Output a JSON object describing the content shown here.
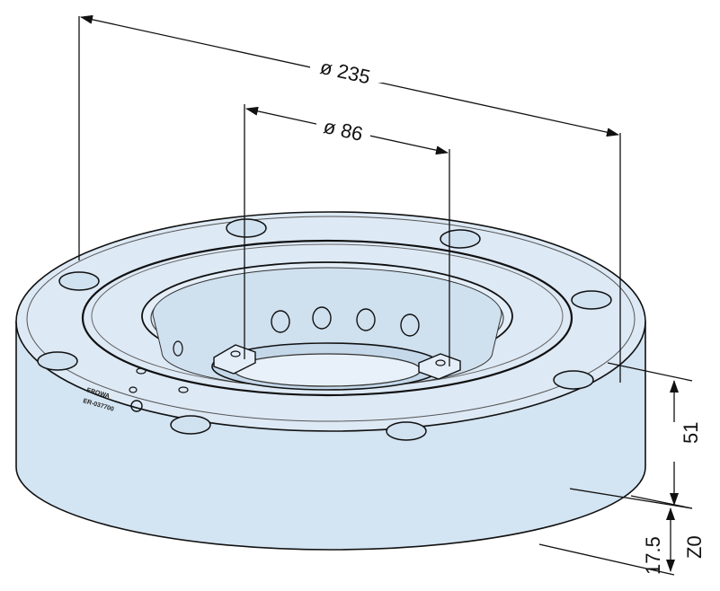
{
  "dimensions": {
    "outer_diameter": "ø 235",
    "inner_diameter": "ø 86",
    "height": "51",
    "offset": "17.5",
    "reference": "Z0"
  },
  "engraving": {
    "brand": "EROWA",
    "part_number": "ER-037700"
  },
  "colors": {
    "body_fill": "#dbeaf6",
    "side_fill": "#d3e4f2",
    "line": "#111111"
  }
}
